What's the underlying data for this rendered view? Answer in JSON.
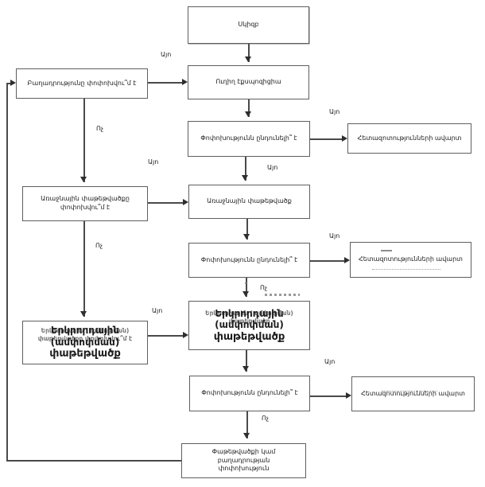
{
  "diagram": {
    "yes": "Այո",
    "no": "Ոչ",
    "nodes": {
      "start": "Սկիզբ",
      "direct_exposure": "Ուղիղ էքսպոզիցիա",
      "composition_changed": "Բաղադրությունը փոփոխվու՞մ է",
      "change_acceptable": "Փոփոխությունն ընդունելի՞ է",
      "end_of_studies": "Հետազոտությունների ավարտ",
      "primary_pack_changed_line1": "Առաջնային փաթեթվածքը",
      "primary_pack_changed_line2": "փոփոխվու՞մ է",
      "primary_pack": "Առաջնային փաթեթվածք",
      "secondary_pack_line1": "Երկրորդային",
      "secondary_pack_line2": "(ամփոփման)",
      "secondary_pack_line3": "փաթեթվածք",
      "secondary_pack_ghost": "Երկրորդային (ամփոփման) փաթեթվածք",
      "secondary_pack_changed_ghost": "Երկրորդային (ամփոփման) փաթեթվածքը փոփոխվու՞մ է",
      "repack_line1": "Փաթեթվածքի կամ բաղադրության",
      "repack_line2": "փոփոխություն"
    },
    "colors": {
      "line": "#4a4a4a",
      "box_border": "#5f5f5f",
      "text": "#1c1c1c",
      "background": "#ffffff"
    }
  }
}
